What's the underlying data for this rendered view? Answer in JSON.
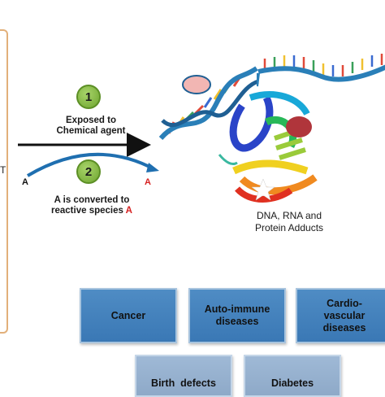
{
  "edge_letter": "T",
  "step1": {
    "number": "1",
    "text_line1": "Exposed to",
    "text_line2": "Chemical agent"
  },
  "step2": {
    "number": "2",
    "text_line1": "A is converted to",
    "text_line2_prefix": "reactive species ",
    "text_line2_highlight": "A"
  },
  "molecule_left": "A",
  "molecule_right": "A",
  "adducts": {
    "line1": "DNA, RNA and",
    "line2": "Protein Adducts"
  },
  "diseases": {
    "cancer": "Cancer",
    "autoimmune": {
      "line1": "Auto-immune",
      "line2": "diseases"
    },
    "cardio": {
      "line1": "Cardio-",
      "line2": "vascular",
      "line3": "diseases"
    },
    "birth_defects": "Birth  defects",
    "diabetes": "Diabetes"
  },
  "colors": {
    "step_circle": "#7ab03a",
    "disease_box": "#3f7dba",
    "reactive_highlight": "#d62020",
    "panel_border": "#e2b07a"
  }
}
